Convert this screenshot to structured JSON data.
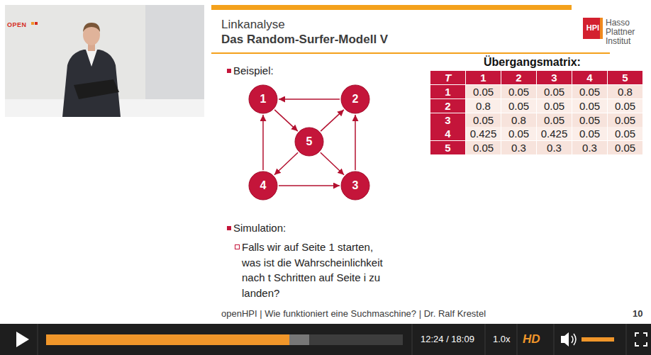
{
  "diagram": {
    "title": "Das Random-Surfer-Modell V",
    "nodes": [
      {
        "text": [
          "1"
        ]
      },
      {
        "text": [
          "2"
        ]
      },
      {
        "text": [
          "5"
        ]
      },
      {
        "text": [
          "4"
        ]
      },
      {
        "text": [
          "3"
        ]
      }
    ],
    "edges": [
      {
        "from": 0,
        "to": 2,
        "arrow": "to"
      },
      {
        "from": 1,
        "to": 0,
        "arrow": "to"
      },
      {
        "from": 4,
        "to": 1,
        "arrow": "to"
      },
      {
        "from": 3,
        "to": 0,
        "arrow": "to"
      },
      {
        "from": 3,
        "to": 4,
        "arrow": "to"
      },
      {
        "from": 2,
        "to": 1,
        "arrow": "to"
      },
      {
        "from": 2,
        "to": 4,
        "arrow": "to"
      },
      {
        "from": 2,
        "to": 3,
        "arrow": "to"
      }
    ],
    "labels": [
      "OPEN",
      "Linkanalyse",
      "HPI",
      "Hasso Plattner Institut",
      "Beispiel:",
      "Übergangsmatrix:",
      "T",
      "1",
      "2",
      "3",
      "4",
      "5",
      "1",
      "0.05",
      "0.05",
      "0.05",
      "0.05",
      "0.8",
      "2",
      "0.8",
      "0.05",
      "0.05",
      "0.05",
      "0.05",
      "3",
      "0.05",
      "0.8",
      "0.05",
      "0.05",
      "0.05",
      "4",
      "0.425",
      "0.05",
      "0.425",
      "0.05",
      "0.05",
      "5",
      "0.05",
      "0.3",
      "0.3",
      "0.3",
      "0.05",
      "Simulation:",
      "Falls wir auf Seite 1 starten, was ist die Wahrscheinlichkeit nach t Schritten auf Seite i zu landen?",
      "openHPI | Wie funktioniert eine Suchmaschine? | Dr. Ralf Krestel",
      "10",
      "12:24 / 18:09",
      "1.0x",
      "HD"
    ]
  }
}
